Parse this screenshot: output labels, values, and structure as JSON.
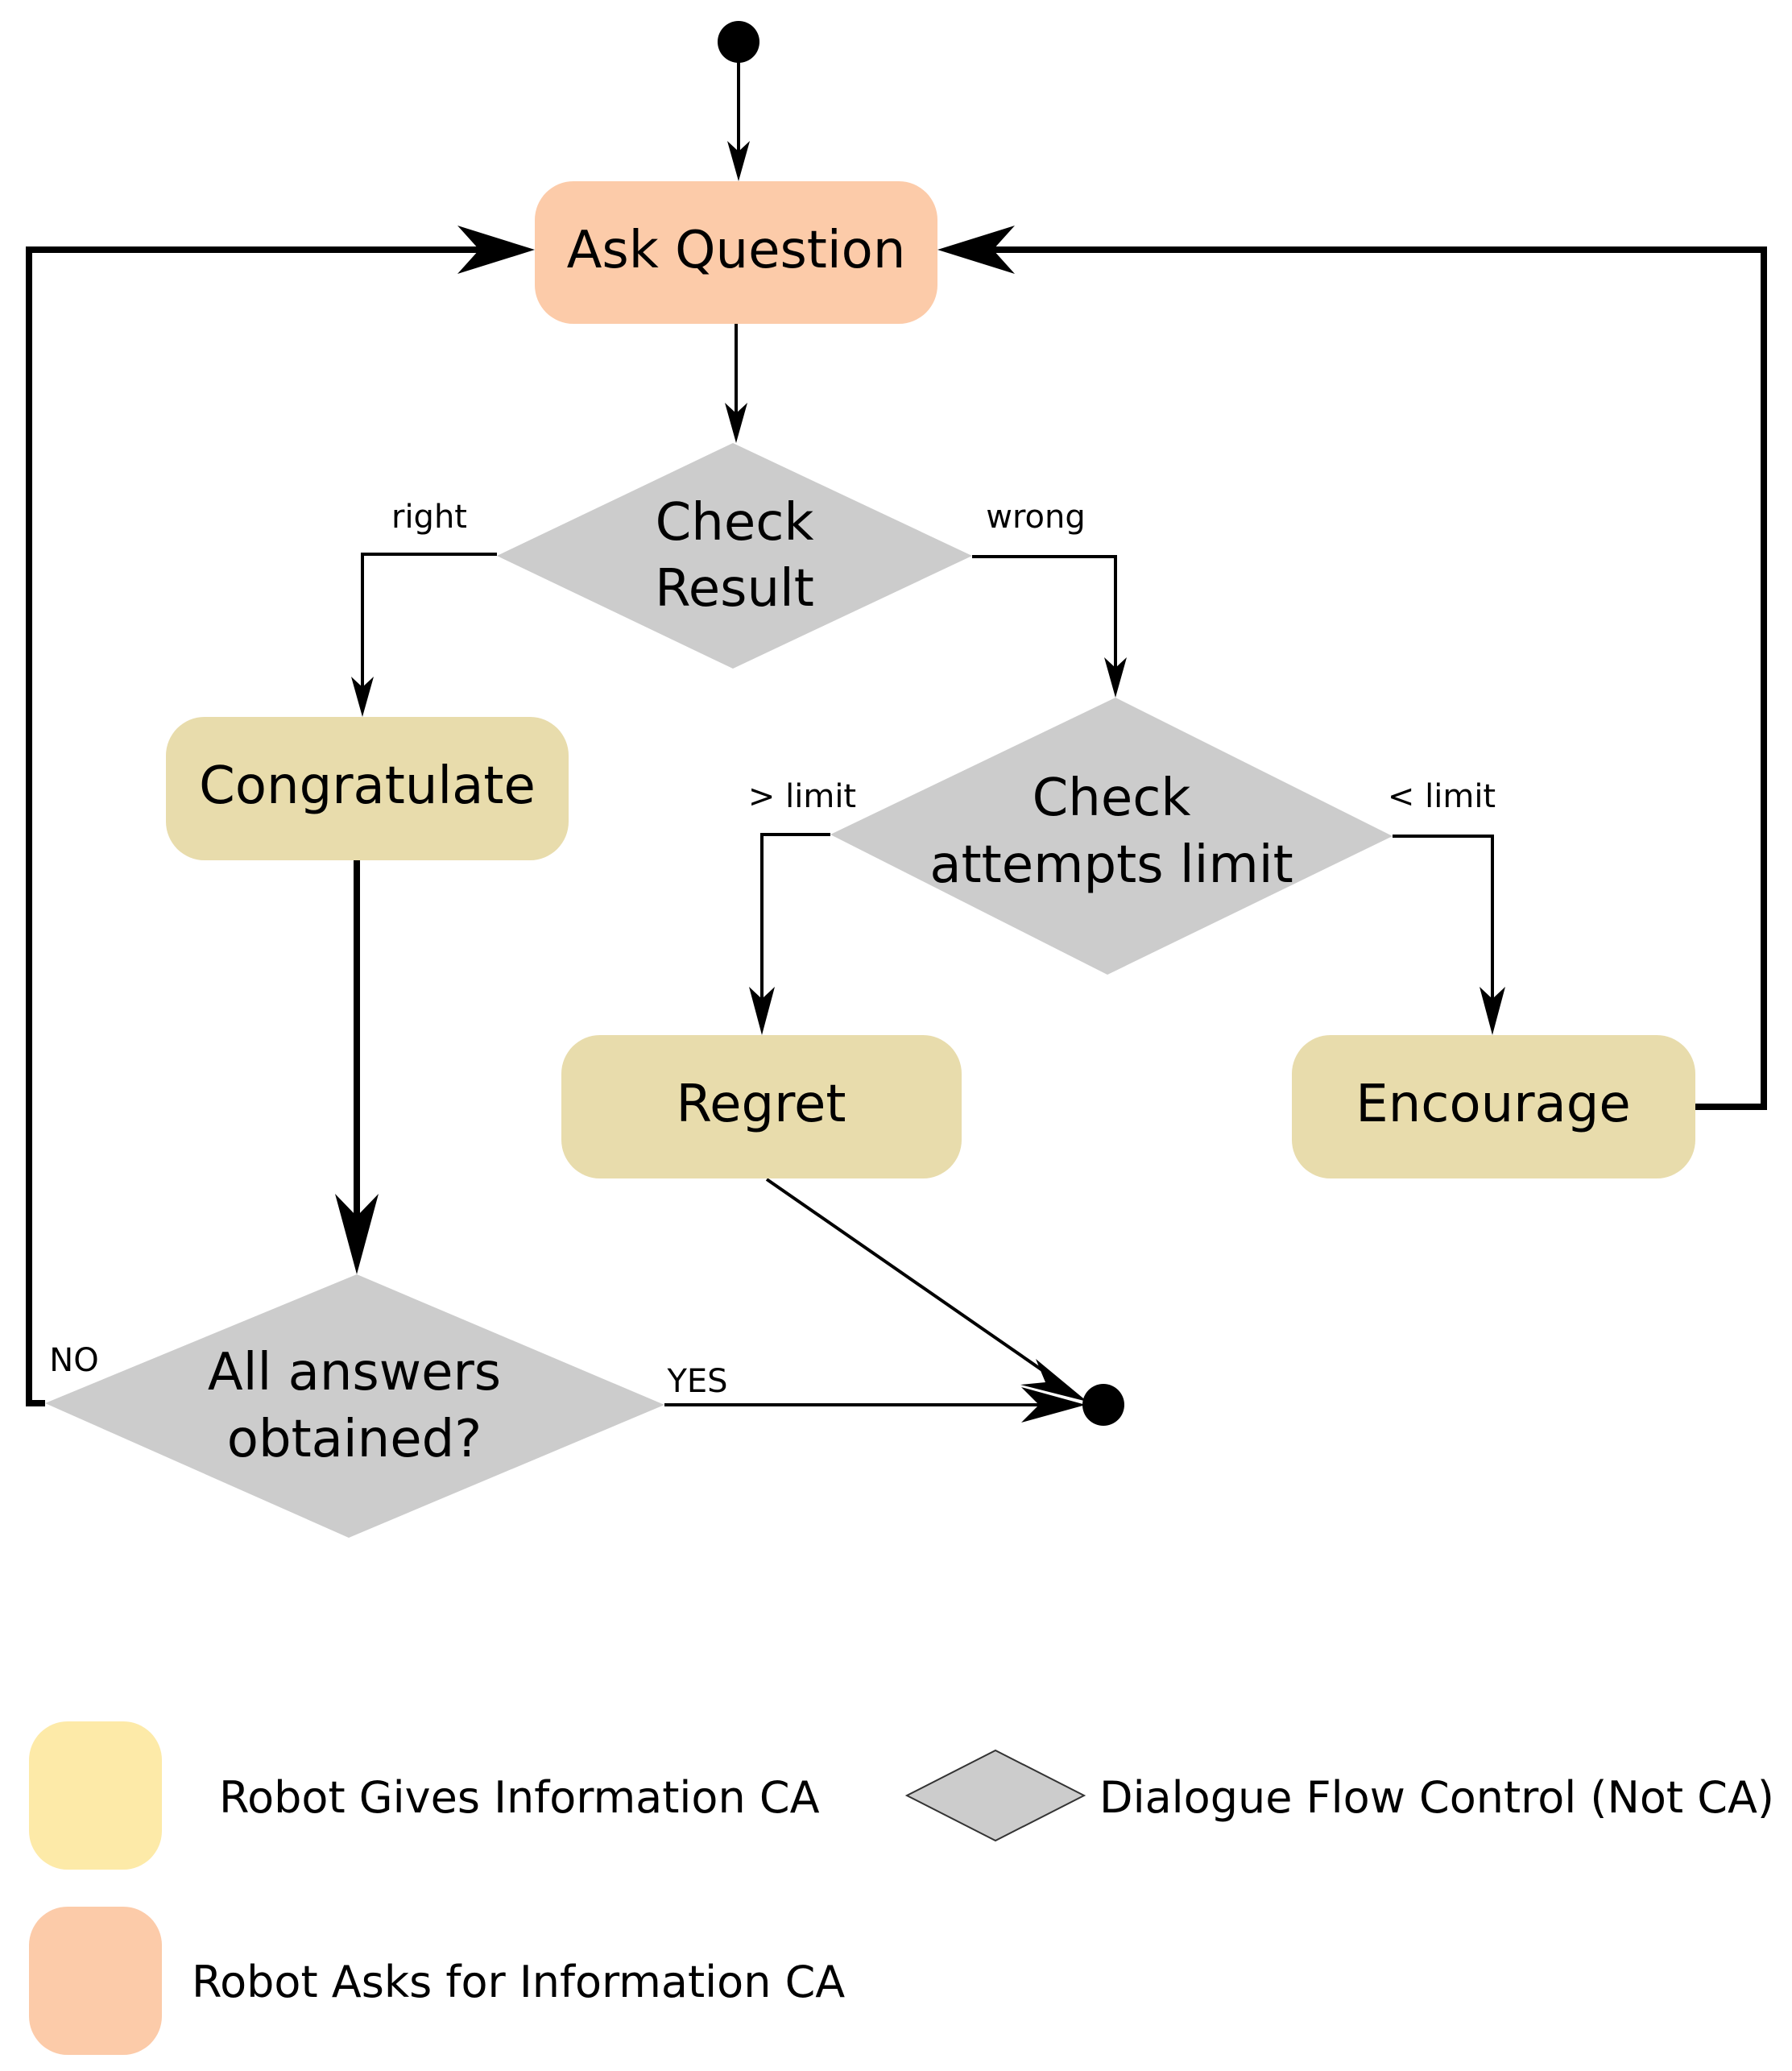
{
  "nodes": {
    "ask_question": "Ask Question",
    "check_result": [
      "Check",
      "Result"
    ],
    "congratulate": "Congratulate",
    "check_attempts": [
      "Check",
      "attempts limit"
    ],
    "regret": "Regret",
    "encourage": "Encourage",
    "all_answers": [
      "All answers",
      "obtained?"
    ]
  },
  "edges": {
    "right": "right",
    "wrong": "wrong",
    "gt_limit": "> limit",
    "lt_limit": "< limit",
    "no": "NO",
    "yes": "YES"
  },
  "legend": {
    "gives_info": "Robot Gives Information CA",
    "flow_control": "Dialogue Flow Control (Not CA)",
    "asks_info": "Robot Asks for Information CA"
  },
  "colors": {
    "asks_fill": "#fccba9",
    "gives_fill": "#e8dcac",
    "gives_legend_fill": "#fdeaa8",
    "decision_fill": "#cccccc",
    "line": "#000000"
  }
}
